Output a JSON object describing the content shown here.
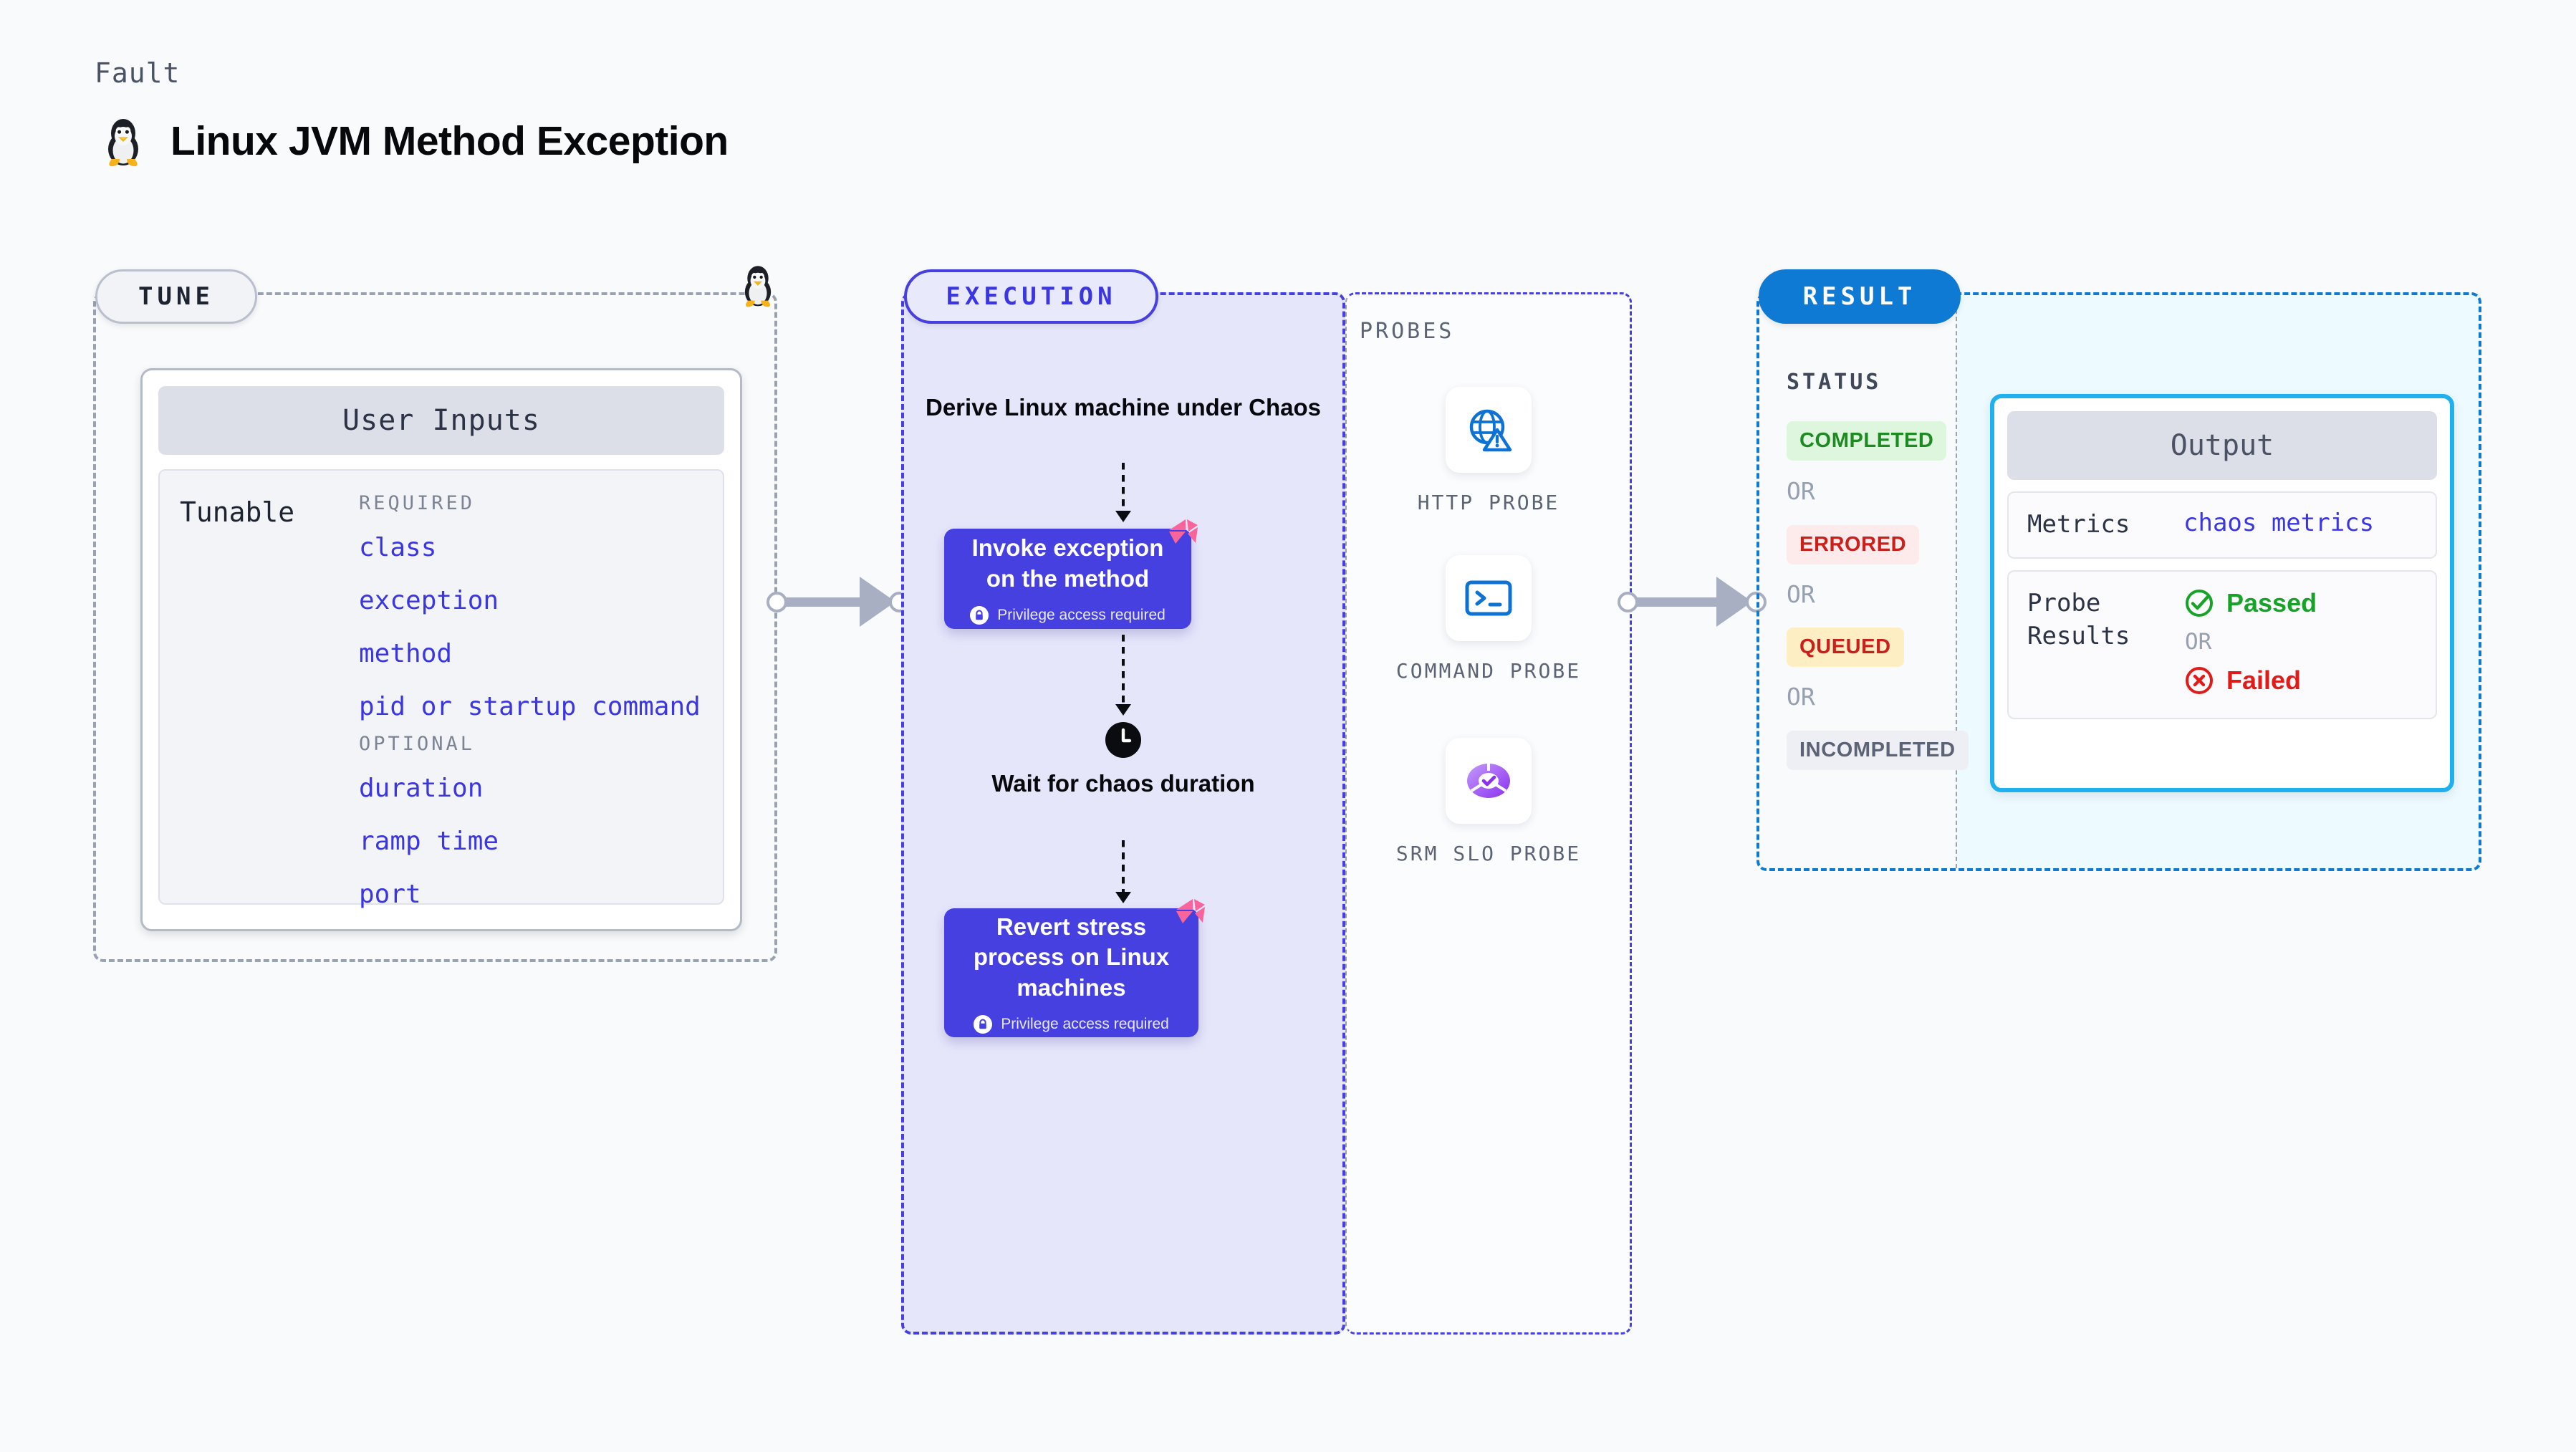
{
  "header": {
    "kicker": "Fault",
    "title": "Linux JVM Method Exception",
    "icon": "linux-tux-icon"
  },
  "tune": {
    "pill_label": "TUNE",
    "edge_icon": "linux-tux-icon",
    "card": {
      "header": "User Inputs",
      "row_label": "Tunable",
      "groups": [
        {
          "title": "REQUIRED",
          "items": [
            "class",
            "exception",
            "method",
            "pid or startup command"
          ]
        },
        {
          "title": "OPTIONAL",
          "items": [
            "duration",
            "ramp time",
            "port"
          ]
        }
      ]
    }
  },
  "execution": {
    "pill_label": "EXECUTION",
    "steps": [
      {
        "type": "label",
        "text": "Derive Linux machine under Chaos"
      },
      {
        "type": "node",
        "title": "Invoke exception on the method",
        "privilege": "Privilege access required",
        "badge": "harness-logo-icon",
        "lock": "lock-icon"
      },
      {
        "type": "wait",
        "icon": "clock-icon",
        "text": "Wait for chaos duration"
      },
      {
        "type": "node",
        "title": "Revert stress process on Linux machines",
        "privilege": "Privilege access required",
        "badge": "harness-logo-icon",
        "lock": "lock-icon"
      }
    ]
  },
  "probes": {
    "title": "PROBES",
    "items": [
      {
        "label": "HTTP PROBE",
        "icon": "globe-warning-icon"
      },
      {
        "label": "COMMAND PROBE",
        "icon": "terminal-icon"
      },
      {
        "label": "SRM SLO PROBE",
        "icon": "slo-donut-check-icon"
      }
    ]
  },
  "result": {
    "pill_label": "RESULT",
    "status_title": "STATUS",
    "or_label": "OR",
    "statuses": [
      {
        "label": "COMPLETED",
        "bg": "#ddf6dd",
        "fg": "#1d8a22"
      },
      {
        "label": "ERRORED",
        "bg": "#fdeaea",
        "fg": "#c9201c"
      },
      {
        "label": "QUEUED",
        "bg": "#fdeec4",
        "fg": "#c9201c"
      },
      {
        "label": "INCOMPLETED",
        "bg": "#eeeff4",
        "fg": "#5c6374"
      }
    ],
    "output": {
      "header": "Output",
      "metrics_key": "Metrics",
      "metrics_value": "chaos metrics",
      "probe_results_key": "Probe Results",
      "passed_label": "Passed",
      "failed_label": "Failed",
      "or_label": "OR",
      "passed_icon": "check-circle-icon",
      "failed_icon": "x-circle-icon"
    }
  },
  "connectors": [
    {
      "name": "tune-to-execution-arrow"
    },
    {
      "name": "probes-to-result-arrow"
    }
  ],
  "colors": {
    "accent_purple": "#4640e0",
    "accent_blue": "#0f7ad4",
    "output_border": "#1eb0ef",
    "badge_pink": "#f9649b",
    "link_purple": "#3b37e0"
  }
}
